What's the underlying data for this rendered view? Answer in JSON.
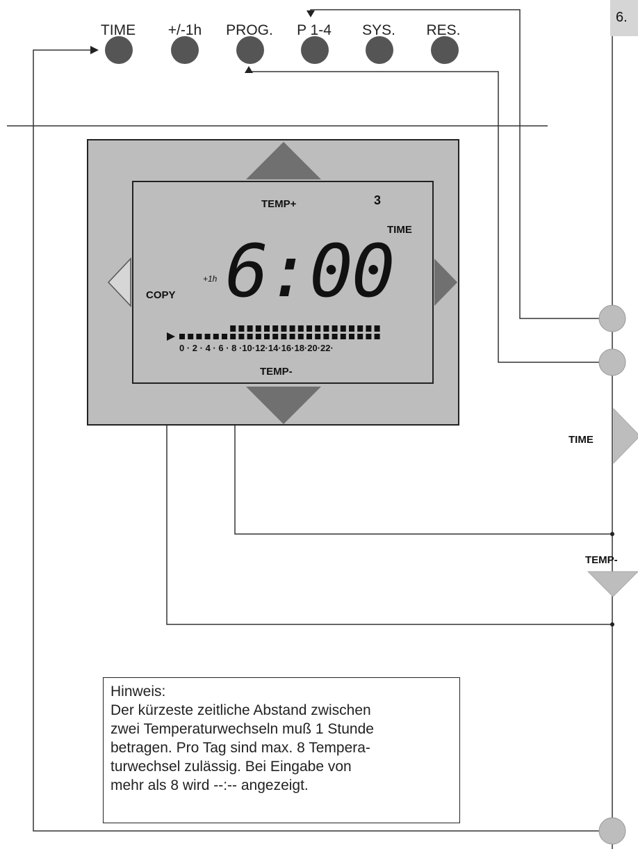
{
  "section_number": "6.",
  "buttons": [
    {
      "label": "TIME"
    },
    {
      "label": "+/-1h"
    },
    {
      "label": "PROG."
    },
    {
      "label": "P 1-4"
    },
    {
      "label": "SYS."
    },
    {
      "label": "RES."
    }
  ],
  "display": {
    "temp_plus": "TEMP+",
    "temp_minus": "TEMP-",
    "time_label": "TIME",
    "copy_label": "COPY",
    "program_digit": "3",
    "plus_1h": "+1h",
    "time_value": "6:00",
    "hour_scale": "0 · 2 · 4 · 6 · 8 ·10·12·14·16·18·20·22·",
    "active_from_hour": 6
  },
  "side_labels": {
    "time": "TIME",
    "temp_minus": "TEMP-"
  },
  "hint": {
    "title": "Hinweis:",
    "lines": [
      "Der kürzeste zeitliche Abstand zwischen",
      "zwei Temperaturwechseln muß 1 Stunde",
      "betragen. Pro Tag sind max. 8 Tempera-",
      "turwechsel zulässig. Bei Eingabe von",
      "mehr als 8 wird --:-- angezeigt."
    ]
  }
}
